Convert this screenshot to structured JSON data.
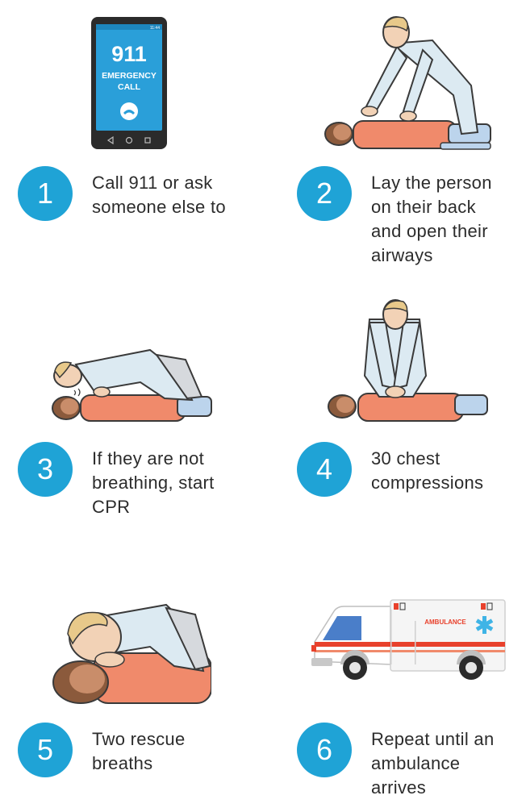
{
  "colors": {
    "badge": "#1fa3d6",
    "text": "#2c2c2c",
    "phone_screen": "#2a9fd9",
    "skin": "#f2d2b6",
    "hair": "#e8c98a",
    "shirt": "#dceaf2",
    "victim_shirt": "#f08a6b",
    "victim_pants": "#bcd4ec",
    "ambulance_red": "#e8412c",
    "ambulance_star": "#3fb4e6"
  },
  "phone": {
    "status_time": "11:44",
    "number": "911",
    "line1": "EMERGENCY",
    "line2": "CALL"
  },
  "ambulance": {
    "label": "AMBULANCE"
  },
  "steps": [
    {
      "number": "1",
      "lines": [
        "Call 911 or ask",
        "someone else to"
      ]
    },
    {
      "number": "2",
      "lines": [
        "Lay the person",
        "on their back",
        "and open their",
        "airways"
      ]
    },
    {
      "number": "3",
      "lines": [
        "If they are not",
        "breathing, start",
        "CPR"
      ]
    },
    {
      "number": "4",
      "lines": [
        "30 chest",
        "compressions"
      ]
    },
    {
      "number": "5",
      "lines": [
        "Two rescue",
        "breaths"
      ]
    },
    {
      "number": "6",
      "lines": [
        "Repeat until an",
        "ambulance",
        "arrives"
      ]
    }
  ]
}
